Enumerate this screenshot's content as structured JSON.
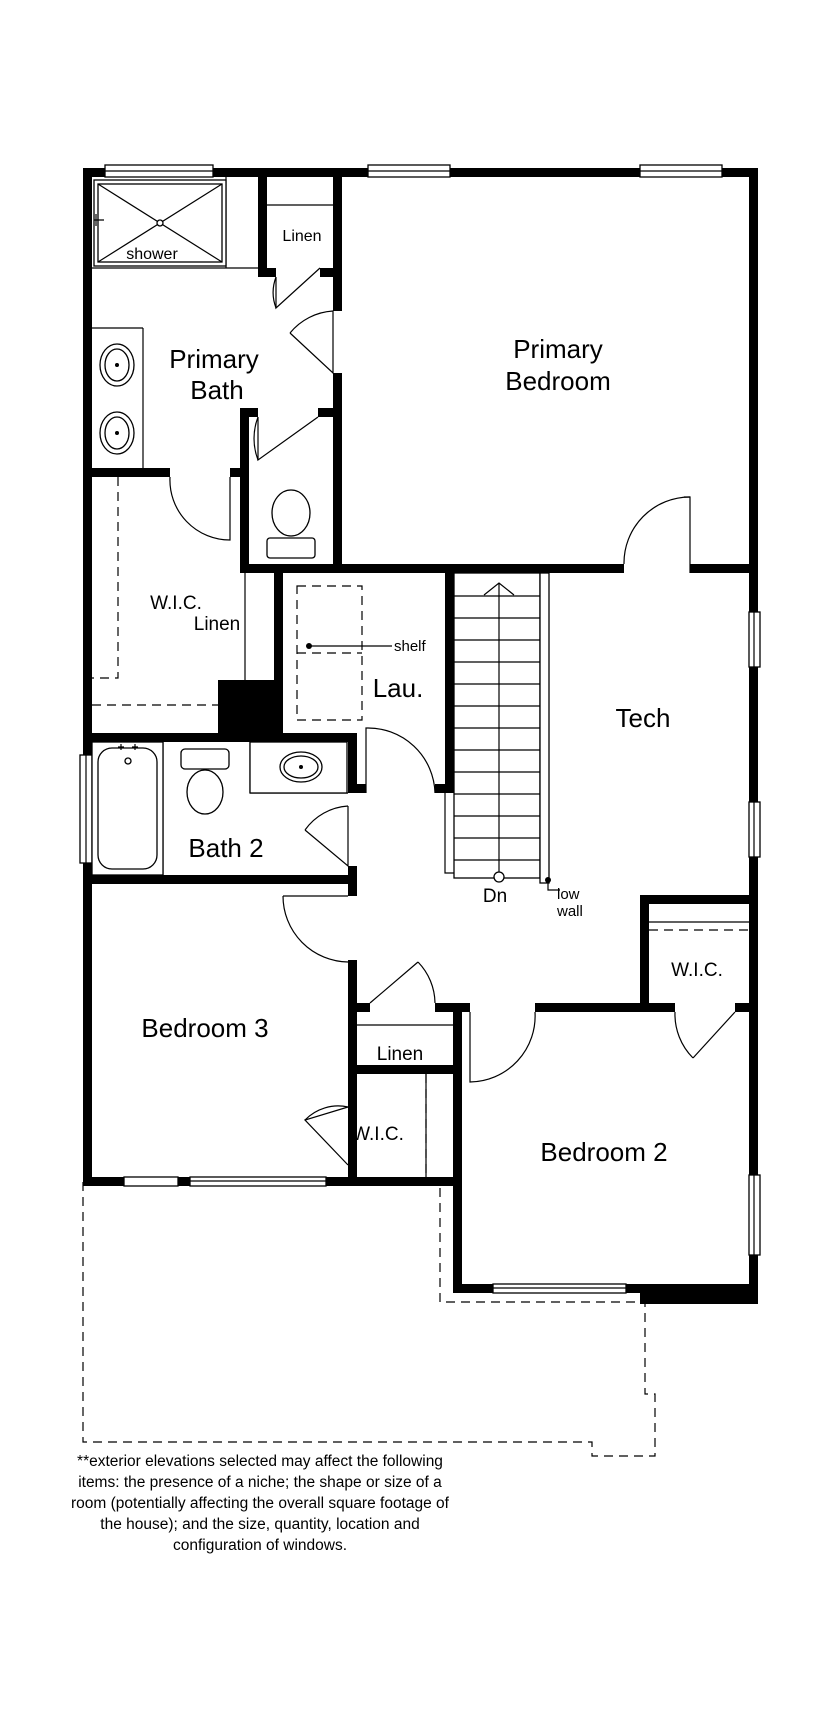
{
  "rooms": {
    "primary_bath": [
      "Primary",
      "Bath"
    ],
    "primary_bedroom": [
      "Primary",
      "Bedroom"
    ],
    "linen_top": "Linen",
    "shower": "shower",
    "wic_left": "W.I.C.",
    "linen_left": "Linen",
    "shelf": "shelf",
    "laundry": "Lau.",
    "tech": "Tech",
    "bath2": "Bath 2",
    "dn": "Dn",
    "low_wall": [
      "low",
      "wall"
    ],
    "wic_right": "W.I.C.",
    "bedroom3": "Bedroom 3",
    "linen_mid": "Linen",
    "wic_mid": "W.I.C.",
    "bedroom2": "Bedroom 2"
  },
  "note": "**exterior elevations selected may affect the following items: the presence of a niche; the shape or size of a room (potentially affecting the overall square footage of the house); and the size, quantity, location and configuration of windows."
}
